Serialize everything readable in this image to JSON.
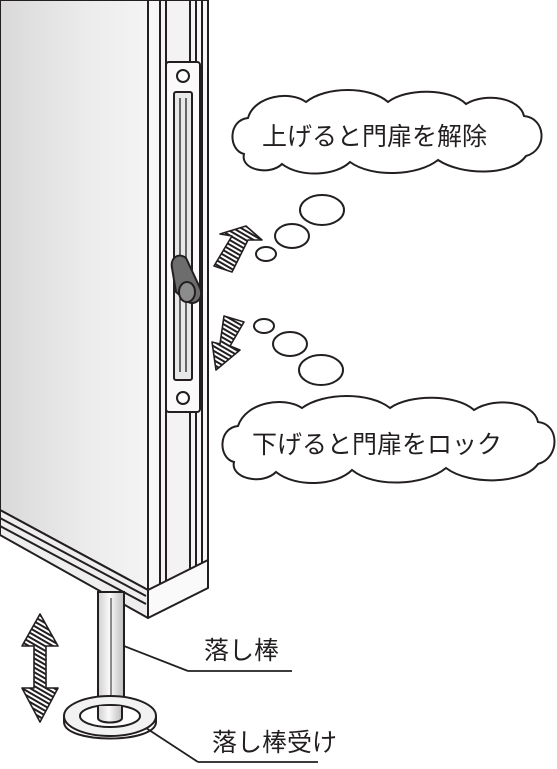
{
  "bubbles": {
    "raise": "上げると門扉を解除",
    "lower": "下げると門扉をロック"
  },
  "callouts": {
    "drop_rod": "落し棒",
    "drop_rod_receiver": "落し棒受け"
  },
  "colors": {
    "line": "#231f20",
    "gate_panel": "#e6e6e6",
    "frame": "#f7f7f7",
    "hatch": "#231f20"
  }
}
